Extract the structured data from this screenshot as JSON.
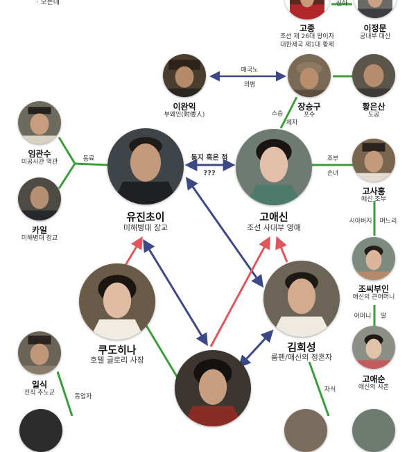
{
  "header_fragment": "· 오는데 ",
  "characters": {
    "gojong": {
      "name": "고종",
      "role_lines": [
        "조선 제 26대 왕이자",
        "대한제국 제1대 황제"
      ]
    },
    "leejeongmun": {
      "name": "이정문",
      "role_lines": [
        "궁내부 대신"
      ]
    },
    "leewanik": {
      "name": "이완익",
      "role_lines": [
        "부왜인(附倭人)"
      ]
    },
    "jangseunggu": {
      "name": "장승구",
      "role_lines": [
        "포수"
      ]
    },
    "hwangeunsan": {
      "name": "황은산",
      "role_lines": [
        "도공"
      ]
    },
    "imgwansu": {
      "name": "임관수",
      "role_lines": [
        "미공사관 역관"
      ]
    },
    "kail": {
      "name": "카일",
      "role_lines": [
        "미해병대 장교"
      ]
    },
    "eugene": {
      "name": "유진초이",
      "role_lines": [
        "미해병대 장교"
      ]
    },
    "aeshin": {
      "name": "고애신",
      "role_lines": [
        "조선 사대부 영애"
      ]
    },
    "gosaheung": {
      "name": "고사홍",
      "role_lines": [
        "애신 조부"
      ]
    },
    "josibuin": {
      "name": "조씨부인",
      "role_lines": [
        "애신의 큰어머니"
      ]
    },
    "goaesun": {
      "name": "고애순",
      "role_lines": [
        "애신의 사촌"
      ]
    },
    "kudohina": {
      "name": "쿠도히나",
      "role_lines": [
        "호텔 글로리 사장"
      ]
    },
    "kimheeseong": {
      "name": "김희성",
      "role_lines": [
        "룸펜/애신의 정혼자"
      ]
    },
    "ilsik": {
      "name": "일식",
      "role_lines": [
        "전직 추노군"
      ]
    }
  },
  "relations": {
    "gojong_sinha": "신하",
    "wanik_seunggu_top": "매국노",
    "wanik_seunggu_bottom": "의병",
    "seunggu_aeshin_a": "스승",
    "seunggu_aeshin_b": "제자",
    "imgwansu_kail": "동료",
    "eugene_aeshin_top": "동지 혹은 적",
    "eugene_aeshin_bottom": "???",
    "aeshin_sahong_top": "조부",
    "aeshin_sahong_bottom": "손녀",
    "sahong_josi_a": "시아버지",
    "sahong_josi_b": "며느리",
    "josi_aesun_a": "어머니",
    "josi_aesun_b": "딸",
    "ilsik_next": "동업자",
    "heeseong_next": "자식"
  },
  "colors": {
    "green": "#3a9d3a",
    "navy": "#3b4a86",
    "red": "#e0565b"
  }
}
